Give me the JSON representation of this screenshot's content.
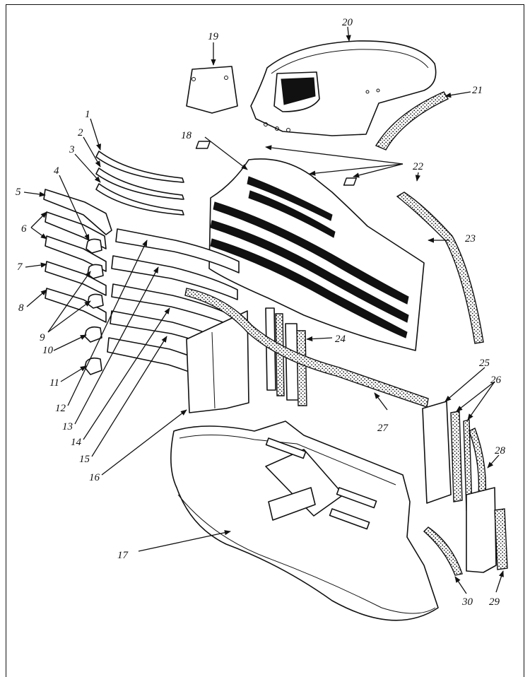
{
  "figure": {
    "caption": "",
    "part_numbers": [
      "1",
      "2",
      "3",
      "4",
      "5",
      "6",
      "7",
      "8",
      "9",
      "10",
      "11",
      "12",
      "13",
      "14",
      "15",
      "16",
      "17",
      "18",
      "19",
      "20",
      "21",
      "22",
      "23",
      "24",
      "25",
      "26",
      "27",
      "28",
      "29",
      "30"
    ]
  },
  "colors": {
    "ink": "#111111",
    "paper": "#ffffff"
  }
}
